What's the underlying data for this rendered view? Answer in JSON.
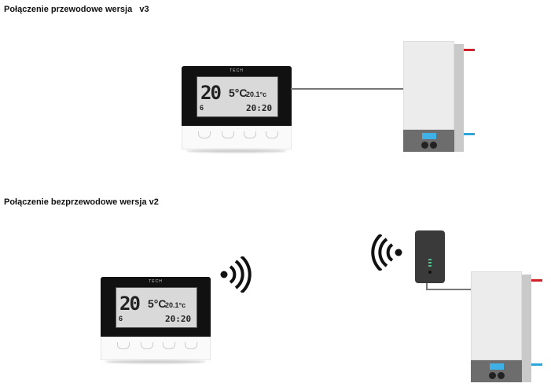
{
  "section1": {
    "title": "Połączenie przewodowe wersja   v3"
  },
  "section2": {
    "title": "Połączenie bezprzewodowe wersja v2"
  },
  "thermostat": {
    "brand": "TECH",
    "temp": "20",
    "temp_decimal": "5",
    "unit": "°C",
    "set_temp": "20.1°c",
    "zone": "6",
    "time": "20:20"
  },
  "colors": {
    "hot_pipe": "#d0202a",
    "cold_pipe": "#2ea6dc",
    "display": "#3fb0e8"
  }
}
